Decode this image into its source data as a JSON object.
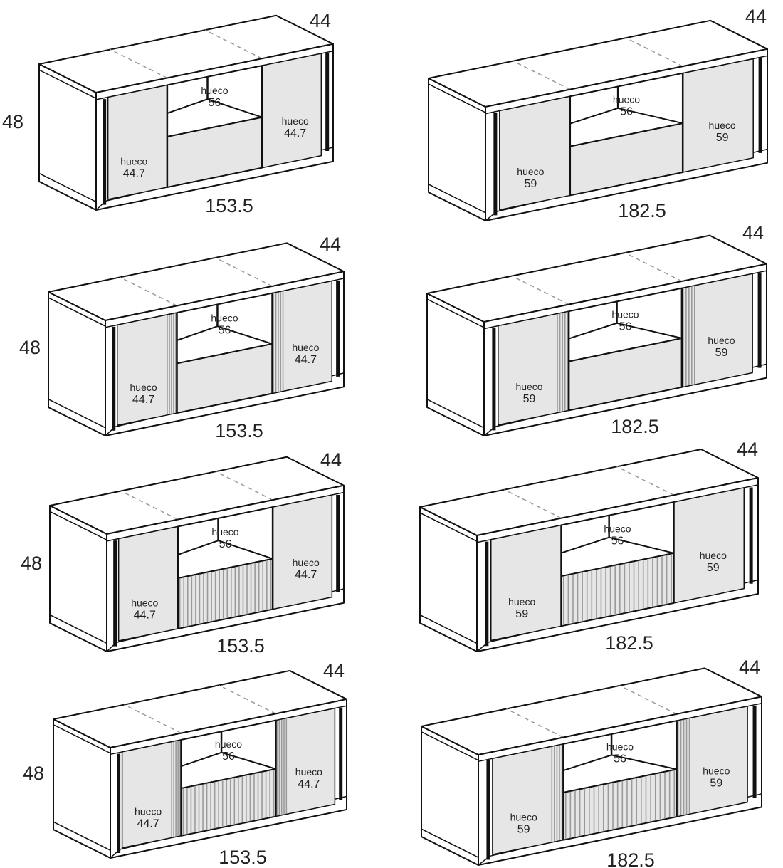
{
  "hueco_word": "hueco",
  "colors": {
    "line": "#111111",
    "door_fill": "#e6e6e6",
    "slat": "#9a9a9a",
    "dash": "#999999"
  },
  "panels": [
    {
      "width": "153.5",
      "depth": "44",
      "height": "48",
      "door_slats": false,
      "drawer_slats": false,
      "left_hueco": "44.7",
      "center_hueco": "56",
      "right_hueco": "44.7"
    },
    {
      "width": "182.5",
      "depth": "44",
      "height": null,
      "door_slats": false,
      "drawer_slats": false,
      "left_hueco": "59",
      "center_hueco": "56",
      "right_hueco": "59"
    },
    {
      "width": "153.5",
      "depth": "44",
      "height": "48",
      "door_slats": true,
      "drawer_slats": false,
      "left_hueco": "44.7",
      "center_hueco": "56",
      "right_hueco": "44.7"
    },
    {
      "width": "182.5",
      "depth": "44",
      "height": null,
      "door_slats": true,
      "drawer_slats": false,
      "left_hueco": "59",
      "center_hueco": "56",
      "right_hueco": "59"
    },
    {
      "width": "153.5",
      "depth": "44",
      "height": "48",
      "door_slats": false,
      "drawer_slats": true,
      "left_hueco": "44.7",
      "center_hueco": "56",
      "right_hueco": "44.7"
    },
    {
      "width": "182.5",
      "depth": "44",
      "height": null,
      "door_slats": false,
      "drawer_slats": true,
      "left_hueco": "59",
      "center_hueco": "56",
      "right_hueco": "59"
    },
    {
      "width": "153.5",
      "depth": "44",
      "height": "48",
      "door_slats": true,
      "drawer_slats": true,
      "left_hueco": "44.7",
      "center_hueco": "56",
      "right_hueco": "44.7"
    },
    {
      "width": "182.5",
      "depth": "44",
      "height": null,
      "door_slats": true,
      "drawer_slats": true,
      "left_hueco": "59",
      "center_hueco": "56",
      "right_hueco": "59"
    }
  ]
}
